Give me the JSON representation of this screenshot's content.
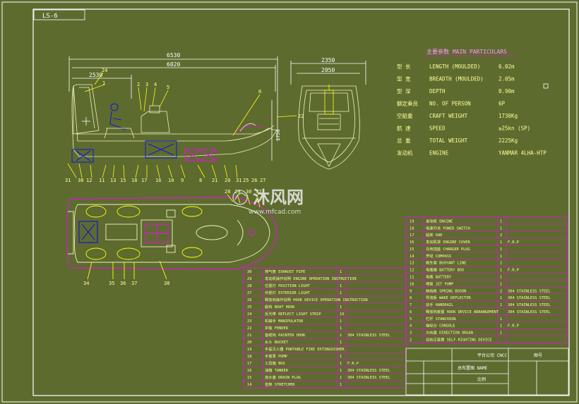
{
  "title_tab": "LS-6",
  "particulars": {
    "heading": "主要参数  MAIN PARTICULARS",
    "rows": [
      {
        "cn": "型  长",
        "en": "LENGTH (MOULDED)",
        "val": "6.02m"
      },
      {
        "cn": "型  宽",
        "en": "BREADTH (MOULDED)",
        "val": "2.05m"
      },
      {
        "cn": "型  深",
        "en": "DEPTH",
        "val": "0.90m"
      },
      {
        "cn": "额定乘员",
        "en": "NO. OF PERSON",
        "val": "6P"
      },
      {
        "cn": "空船重",
        "en": "CRAFT WEIGHT",
        "val": "1730Kg"
      },
      {
        "cn": "航  速",
        "en": "SPEED",
        "val": "≥25kn (SP)"
      },
      {
        "cn": "总  重",
        "en": "TOTAL WEIGHT",
        "val": "2225Kg"
      },
      {
        "cn": "发动机",
        "en": "ENGINE",
        "val": "YANMAR 4LHA-HTP"
      }
    ]
  },
  "dims": {
    "side_overall": "6530",
    "side_hull": "6020",
    "side_partial": "2530",
    "side_height": "1750",
    "front_overall": "2350",
    "front_hull": "2050"
  },
  "side_callouts": [
    "1",
    "2",
    "3",
    "4",
    "5",
    "6"
  ],
  "side_top_callout": "24",
  "side_right_callout": "22",
  "bottom_callouts": [
    "31",
    "30",
    "12",
    "11",
    "13",
    "15",
    "18",
    "17",
    "16",
    "10",
    "9",
    "8",
    "21",
    "20",
    "31",
    "25",
    "26",
    "27"
  ],
  "plan_callouts_top": [
    "28",
    "29",
    "30",
    "32"
  ],
  "plan_callouts_bottom": [
    "34",
    "35",
    "36",
    "37",
    "38"
  ],
  "bom_left": [
    {
      "no": "30",
      "name": "排气管 EXHAUST PIPE",
      "qty": "1",
      "mat": ""
    },
    {
      "no": "29",
      "name": "发动机操作说明 ENGINE OPERATION INSTRUCTION",
      "qty": "",
      "mat": ""
    },
    {
      "no": "28",
      "name": "位置灯 POSITION LIGHT",
      "qty": "1",
      "mat": ""
    },
    {
      "no": "27",
      "name": "外部灯 EXTERIOR LIGHT",
      "qty": "1",
      "mat": ""
    },
    {
      "no": "26",
      "name": "释放钩操作说明 HOOK DEVICE OPERATION INSTRUCTION",
      "qty": "",
      "mat": ""
    },
    {
      "no": "25",
      "name": "艇钩 BOAT HOOK",
      "qty": "1",
      "mat": ""
    },
    {
      "no": "24",
      "name": "反光带 REFLECT LIGHT STRIP",
      "qty": "16",
      "mat": ""
    },
    {
      "no": "23",
      "name": "机械手 MANIPULATOR",
      "qty": "1",
      "mat": ""
    },
    {
      "no": "22",
      "name": "护舷 FENDER",
      "qty": "1",
      "mat": ""
    },
    {
      "no": "21",
      "name": "首缆钩 PAINTER HOOK",
      "qty": "1",
      "mat": "304 STAINLESS STEEL"
    },
    {
      "no": "20",
      "name": "水斗 BUCKET",
      "qty": "1",
      "mat": ""
    },
    {
      "no": "19",
      "name": "手提灭火器 PORTABLE FIRE EXTINGUISHER",
      "qty": "",
      "mat": ""
    },
    {
      "no": "18",
      "name": "手摇泵 PUMP",
      "qty": "1",
      "mat": ""
    },
    {
      "no": "17",
      "name": "工具箱 BOX",
      "qty": "1",
      "mat": "F.R.P"
    },
    {
      "no": "16",
      "name": "油箱 TANKER",
      "qty": "1",
      "mat": "304 STAINLESS STEEL"
    },
    {
      "no": "15",
      "name": "放水塞 DRAIN PLUG",
      "qty": "1",
      "mat": "304 STAINLESS STEEL"
    },
    {
      "no": "14",
      "name": "担架 STRETCHER",
      "qty": "1",
      "mat": ""
    }
  ],
  "bom_right": [
    {
      "no": "19",
      "name": "发动机 ENGINE",
      "qty": "1",
      "mat": ""
    },
    {
      "no": "18",
      "name": "电源开关 POWER SWITCH",
      "qty": "1",
      "mat": ""
    },
    {
      "no": "17",
      "name": "船桨 OAR",
      "qty": "2",
      "mat": ""
    },
    {
      "no": "16",
      "name": "发动机罩 ENGINE COVER",
      "qty": "1",
      "mat": "F.R.P"
    },
    {
      "no": "15",
      "name": "充电插座 CHARGER PLUG",
      "qty": "1",
      "mat": ""
    },
    {
      "no": "14",
      "name": "罗经 COMPASS",
      "qty": "1",
      "mat": ""
    },
    {
      "no": "13",
      "name": "救生索 BUOYANT LINE",
      "qty": "2",
      "mat": ""
    },
    {
      "no": "12",
      "name": "电瓶箱 BATTERY BOX",
      "qty": "1",
      "mat": "F.R.P"
    },
    {
      "no": "11",
      "name": "电瓶 BATTERY",
      "qty": "1",
      "mat": ""
    },
    {
      "no": "10",
      "name": "喷泵 JET PUMP",
      "qty": "1",
      "mat": ""
    },
    {
      "no": "9",
      "name": "前挡板 SPRING BOSON",
      "qty": "2",
      "mat": "304 STAINLESS STEEL"
    },
    {
      "no": "8",
      "name": "导流板 WAKE DEFLECTOR",
      "qty": "1",
      "mat": "304 STAINLESS STEEL"
    },
    {
      "no": "7",
      "name": "扶手 HANDRAIL",
      "qty": "1",
      "mat": "304 STAINLESS STEEL"
    },
    {
      "no": "6",
      "name": "释放钩装置 HOOK DEVICE ARRANGEMENT",
      "qty": "",
      "mat": "304 STAINLESS STEEL"
    },
    {
      "no": "5",
      "name": "栏杆 STANCHION",
      "qty": "1",
      "mat": ""
    },
    {
      "no": "4",
      "name": "操纵台 CONSOLE",
      "qty": "1",
      "mat": "F.R.P"
    },
    {
      "no": "3",
      "name": "方向盘 DIRECTION ORGAN",
      "qty": "1",
      "mat": ""
    },
    {
      "no": "2",
      "name": "自扶正装置 SELF-RIGHTING DEVICE",
      "qty": "",
      "mat": ""
    }
  ],
  "title_block": {
    "company": "平台公司 CNCC",
    "drawing_name": "总布置图  NAME",
    "sub": "图号",
    "sign": "比例"
  },
  "watermark_cn": "沐风网",
  "watermark_url": "www.mfcad.com",
  "colors": {
    "bg": "#5d6b2f",
    "frame": "#ffffff",
    "hull": "#f2f2c0",
    "accent": "#ff00ff",
    "blue": "#0000ff",
    "yellow": "#ffff00",
    "text": "#ffff99"
  }
}
